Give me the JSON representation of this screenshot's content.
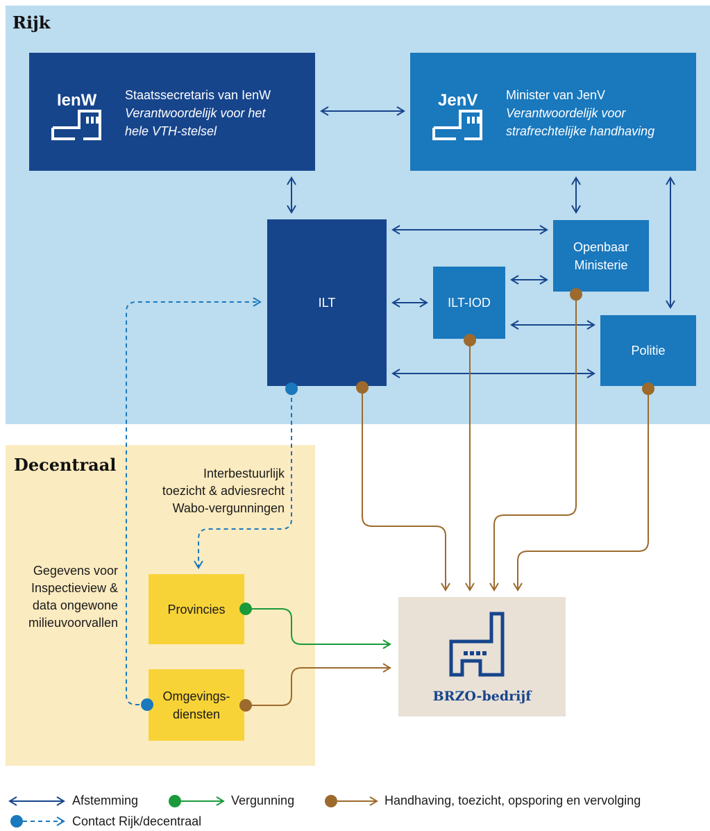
{
  "regions": {
    "rijk": "Rijk",
    "decentraal": "Decentraal"
  },
  "ienw": {
    "abbr": "IenW",
    "title": "Staatssecretaris van IenW",
    "subtitle_line1": "Verantwoordelijk voor het",
    "subtitle_line2": "hele VTH-stelsel"
  },
  "jenv": {
    "abbr": "JenV",
    "title": "Minister van JenV",
    "subtitle_line1": "Verantwoordelijk voor",
    "subtitle_line2": "strafrechtelijke handhaving"
  },
  "nodes": {
    "ilt": "ILT",
    "ilt_iod": "ILT-IOD",
    "om_line1": "Openbaar",
    "om_line2": "Ministerie",
    "politie": "Politie",
    "provincies": "Provincies",
    "omgevings_line1": "Omgevings-",
    "omgevings_line2": "diensten",
    "brzo": "BRZO-bedrijf"
  },
  "annotations": {
    "interbestuurlijk_line1": "Interbestuurlijk",
    "interbestuurlijk_line2": "toezicht & adviesrecht",
    "interbestuurlijk_line3": "Wabo-vergunningen",
    "gegevens_line1": "Gegevens voor",
    "gegevens_line2": "Inspectieview &",
    "gegevens_line3": "data ongewone",
    "gegevens_line4": "milieuvoorvallen"
  },
  "legend": {
    "afstemming": "Afstemming",
    "vergunning": "Vergunning",
    "handhaving": "Handhaving, toezicht, opsporing en vervolging",
    "contact": "Contact Rijk/decentraal"
  },
  "colors": {
    "rijk_bg": "#bcdcef",
    "decentraal_bg": "#fbebc0",
    "dark_blue": "#17458c",
    "mid_blue": "#1a78bd",
    "yellow": "#f8d337",
    "beige": "#e9e1d6",
    "green": "#1a9a3a",
    "brown": "#9c6a2c",
    "light_blue_dot": "#1a78bd"
  },
  "icons": {
    "ministry": "building-icon",
    "factory": "factory-icon"
  }
}
